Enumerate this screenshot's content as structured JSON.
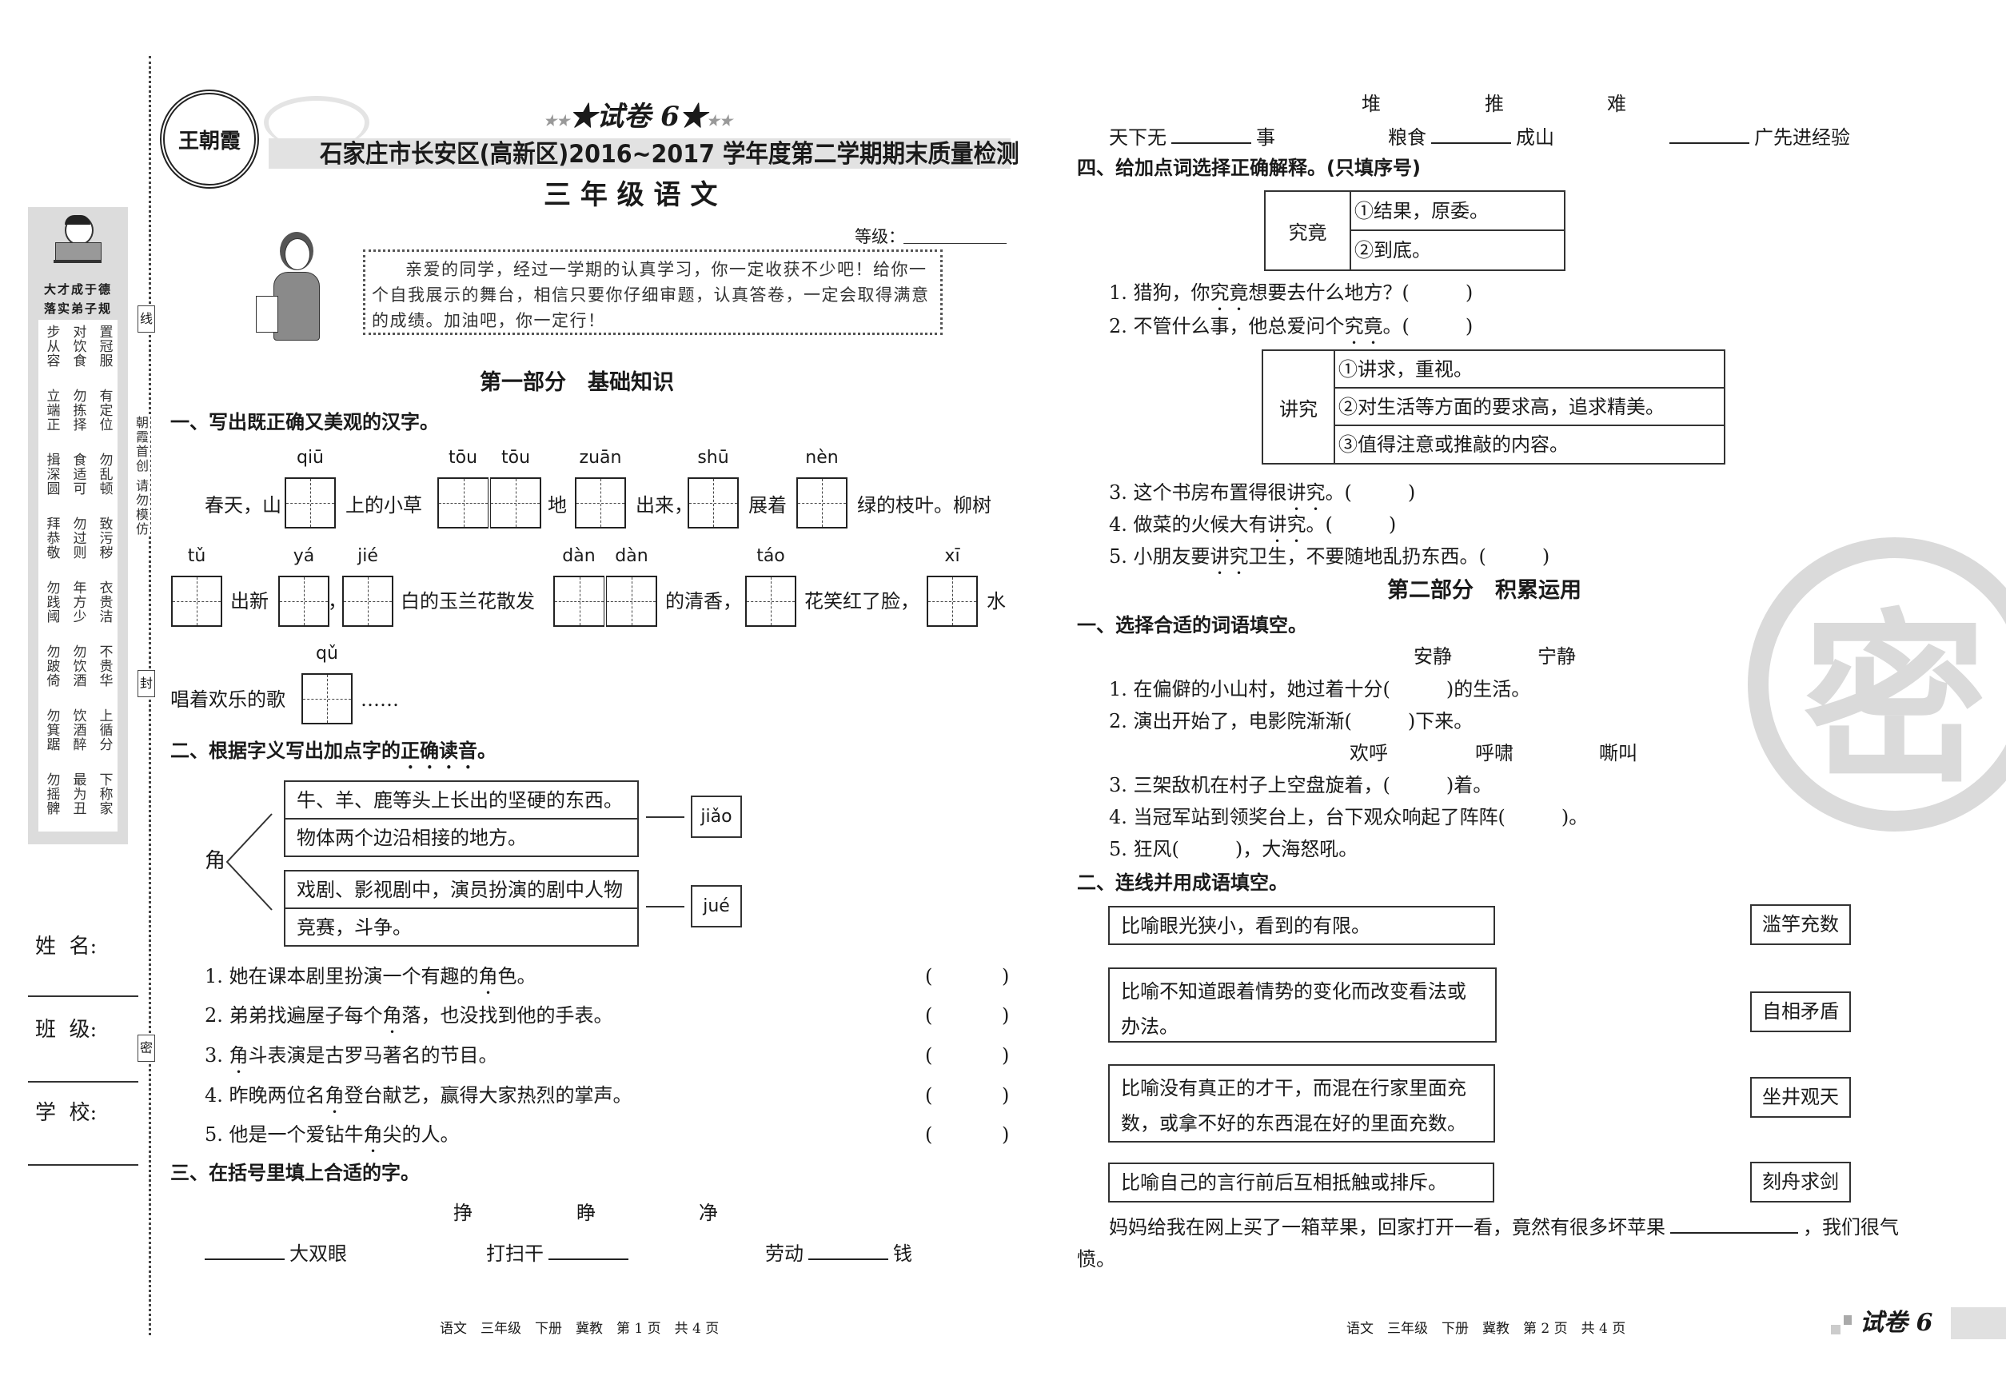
{
  "header": {
    "series_label": "试卷 6",
    "exam_title": "石家庄市长安区(高新区)2016~2017 学年度第二学期期末质量检测",
    "subject_title": "三 年 级 语 文",
    "grade_label": "等级：",
    "message": "亲爱的同学，经过一学期的认真学习，你一定收获不少吧！给你一个自我展示的舞台，相信只要你仔细审题，认真答卷，一定会取得满意的成绩。加油吧，你一定行！",
    "logo_text": "王朝霞"
  },
  "sidebar": {
    "motto": [
      "大才成于德",
      "落实弟子规"
    ],
    "groups": [
      [
        "步从容",
        "对饮食",
        "置冠服"
      ],
      [
        "立端正",
        "勿拣择",
        "有定位"
      ],
      [
        "揖深圆",
        "食适可",
        "勿乱顿"
      ],
      [
        "拜恭敬",
        "勿过则",
        "致污秽"
      ],
      [
        "勿践阈",
        "年方少",
        "衣贵洁"
      ],
      [
        "勿跛倚",
        "勿饮酒",
        "不贵华"
      ],
      [
        "勿箕踞",
        "饮酒醉",
        "上循分"
      ],
      [
        "勿摇髀",
        "最为丑",
        "下称家"
      ]
    ],
    "fields": [
      "姓  名:",
      "班  级:",
      "学  校:"
    ],
    "binding_marks": [
      "线",
      "封",
      "密"
    ],
    "notice": "朝霞首创 请勿模仿"
  },
  "part1": {
    "title": "第一部分　基础知识",
    "q1": {
      "title": "一、写出既正确又美观的汉字。",
      "row1": [
        "春天，山",
        "上的小草",
        "地",
        "出来，",
        "展着",
        "绿的枝叶。柳树"
      ],
      "row2": [
        "出新",
        "，",
        "白的玉兰花散发",
        "的清香，",
        "花笑红了脸，",
        "水"
      ],
      "row3": [
        "唱着欢乐的歌",
        "……"
      ],
      "pinyin": [
        "qiū",
        "tōu",
        "tōu",
        "zuān",
        "shū",
        "nèn",
        "tǔ",
        "yá",
        "jié",
        "dàn",
        "dàn",
        "táo",
        "xī",
        "qǔ"
      ]
    },
    "q2": {
      "title_pre": "二、根据字义写出加点字的",
      "title_dot": "正确读音",
      "title_post": "。",
      "char": "角",
      "meanings": [
        "牛、羊、鹿等头上长出的坚硬的东西。",
        "物体两个边沿相接的地方。",
        "戏剧、影视剧中，演员扮演的剧中人物",
        "竞赛，斗争。"
      ],
      "readings": [
        "jiǎo",
        "jué"
      ],
      "items": [
        {
          "pre": "1. 她在课本剧里扮演一个有趣的",
          "dot": "角",
          "post": "色。"
        },
        {
          "pre": "2. 弟弟找遍屋子每个",
          "dot": "角",
          "post": "落，也没找到他的手表。"
        },
        {
          "pre": "3. ",
          "dot": "角",
          "post": "斗表演是古罗马著名的节目。"
        },
        {
          "pre": "4. 昨晚两位名",
          "dot": "角",
          "post": "登台献艺，赢得大家热烈的掌声。"
        },
        {
          "pre": "5. 他是一个爱钻牛",
          "dot": "角",
          "post": "尖的人。"
        }
      ],
      "paren_open": "(",
      "paren_close": ")"
    },
    "q3": {
      "title": "三、在括号里填上合适的字。",
      "choices1": [
        "挣",
        "睁",
        "净"
      ],
      "fills1": [
        {
          "pre": "",
          "post": "大双眼"
        },
        {
          "pre": "打扫干",
          "post": ""
        },
        {
          "pre": "劳动",
          "post": "钱"
        }
      ],
      "choices2": [
        "堆",
        "推",
        "难"
      ],
      "fills2": [
        {
          "pre": "天下无",
          "post": "事"
        },
        {
          "pre": "粮食",
          "post": "成山"
        },
        {
          "pre": "",
          "post": "广先进经验"
        }
      ]
    },
    "q4": {
      "title": "四、给加点词选择正确解释。(只填序号)",
      "table1": {
        "word": "究竟",
        "defs": [
          "①结果，原委。",
          "②到底。"
        ]
      },
      "items1": [
        {
          "pre": "1. 猎狗，你",
          "dot": "究竟",
          "post": "想要去什么地方？(",
          "end": ")"
        },
        {
          "pre": "2. 不管什么事，他总爱问个",
          "dot": "究竟",
          "post": "。(",
          "end": ")"
        }
      ],
      "table2": {
        "word": "讲究",
        "defs": [
          "①讲求，重视。",
          "②对生活等方面的要求高，追求精美。",
          "③值得注意或推敲的内容。"
        ]
      },
      "items2": [
        {
          "pre": "3. 这个书房布置得很",
          "dot": "讲究",
          "post": "。(",
          "end": ")"
        },
        {
          "pre": "4. 做菜的火候大有",
          "dot": "讲究",
          "post": "。(",
          "end": ")"
        },
        {
          "pre": "5. 小朋友要",
          "dot": "讲究",
          "post": "卫生，不要随地乱扔东西。(",
          "end": ")"
        }
      ]
    }
  },
  "part2": {
    "title": "第二部分　积累运用",
    "q1": {
      "title": "一、选择合适的词语填空。",
      "choices1": [
        "安静",
        "宁静"
      ],
      "items1": [
        {
          "pre": "1. 在偏僻的小山村，她过着十分(",
          "post": ")的生活。"
        },
        {
          "pre": "2. 演出开始了，电影院渐渐(",
          "post": ")下来。"
        }
      ],
      "choices2": [
        "欢呼",
        "呼啸",
        "嘶叫"
      ],
      "items2": [
        {
          "pre": "3. 三架敌机在村子上空盘旋着，(",
          "post": ")着。"
        },
        {
          "pre": "4. 当冠军站到领奖台上，台下观众响起了阵阵(",
          "post": ")。"
        },
        {
          "pre": "5. 狂风(",
          "post": ")，大海怒吼。"
        }
      ]
    },
    "q2": {
      "title": "二、连线并用成语填空。",
      "meanings": [
        "比喻眼光狭小，看到的有限。",
        "比喻不知道跟着情势的变化而改变看法或办法。",
        "比喻没有真正的才干，而混在行家里面充数，或拿不好的东西混在好的里面充数。",
        "比喻自己的言行前后互相抵触或排斥。"
      ],
      "idioms": [
        "滥竽充数",
        "自相矛盾",
        "坐井观天",
        "刻舟求剑"
      ],
      "sentence_pre": "妈妈给我在网上买了一箱苹果，回家打开一看，竟然有很多坏苹果",
      "sentence_post": "，我们很气愤。"
    }
  },
  "footer": {
    "left": "语文　三年级　下册　冀教　第 1 页　共 4 页",
    "right": "语文　三年级　下册　冀教　第 2 页　共 4 页",
    "tag": "试卷 6",
    "watermark": "密"
  }
}
